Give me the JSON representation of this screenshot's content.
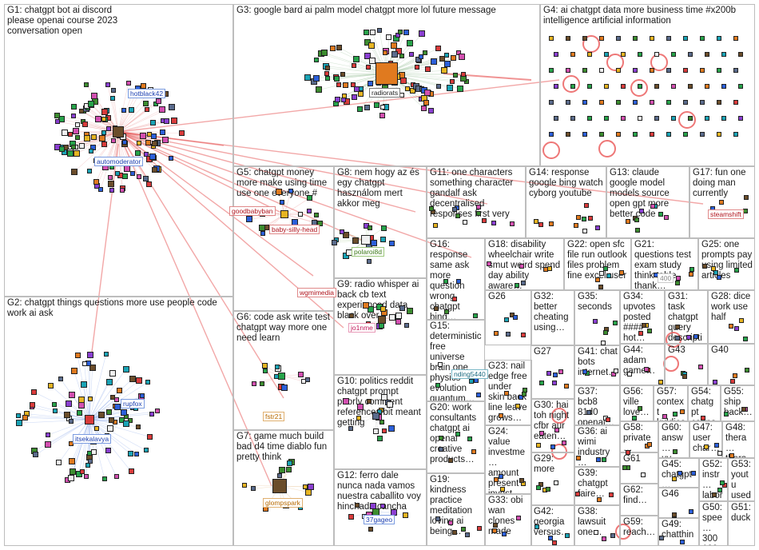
{
  "groups": [
    {
      "id": "G1",
      "text": "G1: chatgpt bot ai discord please openai course 2023 conversation open"
    },
    {
      "id": "G2",
      "text": "G2: chatgpt things questions more use people code work ai ask"
    },
    {
      "id": "G3",
      "text": "G3: google bard ai palm model chatgpt more lol future message"
    },
    {
      "id": "G4",
      "text": "G4: ai chatgpt data more business time #x200b intelligence artificial information"
    },
    {
      "id": "G5",
      "text": "G5: chatgpt money more make using time use one everyone #"
    },
    {
      "id": "G6",
      "text": "G6: code ask write test chatgpt way more one need learn"
    },
    {
      "id": "G7",
      "text": "G7: game much build bad d4 time diablo fun pretty think"
    },
    {
      "id": "G8",
      "text": "G8: nem hogy az és egy chatgpt használom mert akkor meg"
    },
    {
      "id": "G9",
      "text": "G9: radio whisper ai back cb text experienced data black over"
    },
    {
      "id": "G10",
      "text": "G10: politics reddit chatgpt prompt poorly comment references bit meant getting"
    },
    {
      "id": "G11",
      "text": "G11: one characters something character gandalf ask decentralised responses first very"
    },
    {
      "id": "G12",
      "text": "G12: ferro dale nunca nada vamos nuestra caballito voy hinchada cancha"
    },
    {
      "id": "G13",
      "text": "G13: claude google model models source open gpt more better code"
    },
    {
      "id": "G14",
      "text": "G14: response google bing watch cyborg youtube"
    },
    {
      "id": "G15",
      "text": "G15: deterministic free universe brain one physics evolution quantum…"
    },
    {
      "id": "G16",
      "text": "G16: response same ask more question wrong chatgpt bing…"
    },
    {
      "id": "G17",
      "text": "G17: fun one doing man currently"
    },
    {
      "id": "G18",
      "text": "G18: disability wheelchair write smut weird spend day ability aware…"
    },
    {
      "id": "G19",
      "text": "G19: kindness practice meditation loving ai being…"
    },
    {
      "id": "G20",
      "text": "G20: work consultants chatgpt ai openai creative products…"
    },
    {
      "id": "G21",
      "text": "G21: questions test exam study think table thank…"
    },
    {
      "id": "G22",
      "text": "G22: open sfc file run outlook files problem fine excel user"
    },
    {
      "id": "G23",
      "text": "G23: nail edge free under skin back line leave grows…"
    },
    {
      "id": "G24",
      "text": "G24: value investme… amount present invest…"
    },
    {
      "id": "G25",
      "text": "G25: one prompts pay using limited articles"
    },
    {
      "id": "G26",
      "text": "G26"
    },
    {
      "id": "G27",
      "text": "G27"
    },
    {
      "id": "G28",
      "text": "G28: dice work use half"
    },
    {
      "id": "G29",
      "text": "G29: more"
    },
    {
      "id": "G30",
      "text": "G30: hai toh night cfbr aur eaten…"
    },
    {
      "id": "G31",
      "text": "G31: task chatgpt query descripti…"
    },
    {
      "id": "G32",
      "text": "G32: better cheating using…"
    },
    {
      "id": "G33",
      "text": "G33: obi wan clones made"
    },
    {
      "id": "G34",
      "text": "G34: upvotes posted #### hot…"
    },
    {
      "id": "G35",
      "text": "G35: seconds"
    },
    {
      "id": "G36",
      "text": "G36: ai wimi industry…"
    },
    {
      "id": "G37",
      "text": "G37: bcb8 81d0 openai…"
    },
    {
      "id": "G38",
      "text": "G38: lawsuit one…"
    },
    {
      "id": "G39",
      "text": "G39: chatgpt faire…"
    },
    {
      "id": "G40",
      "text": "G40"
    },
    {
      "id": "G41",
      "text": "G41: chat bots internet…"
    },
    {
      "id": "G42",
      "text": "G42: georgia versus…"
    },
    {
      "id": "G43",
      "text": "G43"
    },
    {
      "id": "G44",
      "text": "G44: adam game…"
    },
    {
      "id": "G45",
      "text": "G45: chatgpt…"
    },
    {
      "id": "G46",
      "text": "G46"
    },
    {
      "id": "G47",
      "text": "G47: user char…"
    },
    {
      "id": "G48",
      "text": "G48: thera… thera…"
    },
    {
      "id": "G49",
      "text": "G49: chatthin…"
    },
    {
      "id": "G50",
      "text": "G50: spee… 300 100…"
    },
    {
      "id": "G51",
      "text": "G51: duck"
    },
    {
      "id": "G52",
      "text": "G52: instr… labor…"
    },
    {
      "id": "G53",
      "text": "G53: youtu used…"
    },
    {
      "id": "G54",
      "text": "G54: chatgpt canna…"
    },
    {
      "id": "G55",
      "text": "G55: ship back…"
    },
    {
      "id": "G56",
      "text": "G56: ville love…"
    },
    {
      "id": "G57",
      "text": "G57: context kiddies"
    },
    {
      "id": "G58",
      "text": "G58: private…"
    },
    {
      "id": "G59",
      "text": "G59: reach…"
    },
    {
      "id": "G60",
      "text": "G60: answ… uv…"
    },
    {
      "id": "G61",
      "text": "G61"
    },
    {
      "id": "G62",
      "text": "G62: find…"
    }
  ],
  "user_labels": [
    {
      "text": "hotblack42",
      "style": "blue"
    },
    {
      "text": "automoderator",
      "style": "blue"
    },
    {
      "text": "radiorats",
      "style": "dark"
    },
    {
      "text": "goodbabyban",
      "style": "red"
    },
    {
      "text": "baby-silly-head",
      "style": "red"
    },
    {
      "text": "wgmimedia",
      "style": "red"
    },
    {
      "text": "polaroi8d",
      "style": "green"
    },
    {
      "text": "jo1nme",
      "style": "pink"
    },
    {
      "text": "steamshift",
      "style": "red"
    },
    {
      "text": "rupfox",
      "style": "blue"
    },
    {
      "text": "itsekalavya",
      "style": "blue"
    },
    {
      "text": "fstr21",
      "style": "orange"
    },
    {
      "text": "glompspark",
      "style": "orange"
    },
    {
      "text": "37gageo",
      "style": "blue"
    },
    {
      "text": "nding5440",
      "style": "teal"
    },
    {
      "text": "400",
      "style": "gray"
    }
  ]
}
